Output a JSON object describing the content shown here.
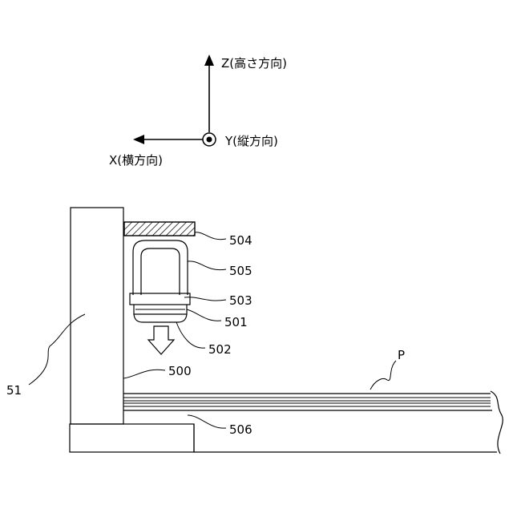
{
  "axes": {
    "z_label": "Z(高さ方向)",
    "y_label": "Y(縦方向)",
    "x_label": "X(横方向)"
  },
  "labels": {
    "l504": "504",
    "l505": "505",
    "l503": "503",
    "l501": "501",
    "l502": "502",
    "l500": "500",
    "l51": "51",
    "lP": "P",
    "l506": "506"
  }
}
